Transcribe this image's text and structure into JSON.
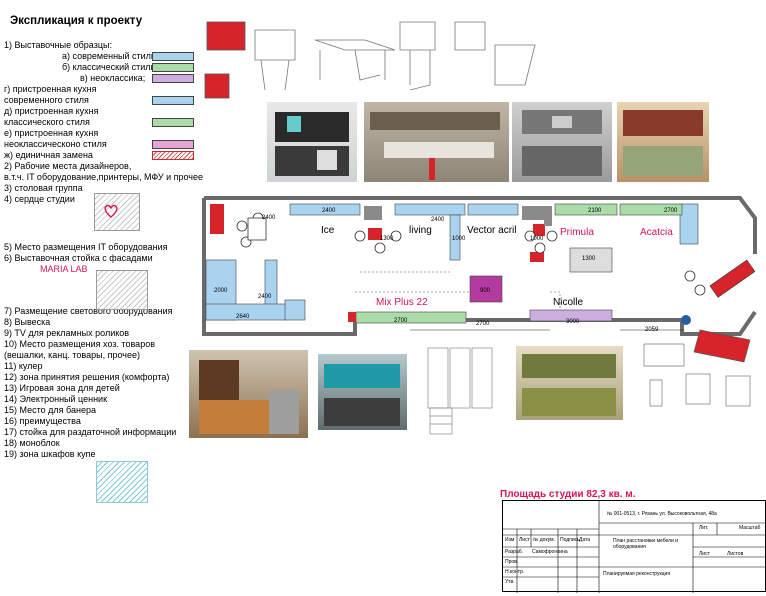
{
  "legend": {
    "title": "Экспликация к проекту",
    "items": [
      {
        "text": "1) Выставочные образцы:"
      },
      {
        "text": "а) современный стиль",
        "swatch": "blue"
      },
      {
        "text": "б) классический стиль",
        "swatch": "green"
      },
      {
        "text": "в) неоклассика;",
        "swatch": "purple"
      },
      {
        "text": "г) пристроенная кухня"
      },
      {
        "text": "современного стиля",
        "swatch": "blue"
      },
      {
        "text": "д) пристроенная кухня"
      },
      {
        "text": " классического стиля",
        "swatch": "green"
      },
      {
        "text": "е) пристроенная кухня"
      },
      {
        "text": " неоклассическоно стиля",
        "swatch": "pink"
      },
      {
        "text": "ж) единичная замена",
        "swatch": "hatch"
      },
      {
        "text": "2) Рабочие места дизайнеров,"
      },
      {
        "text": "в.т.ч. IT оборудование,принтеры, МФУ и прочее"
      },
      {
        "text": "3) столовая группа"
      },
      {
        "text": "4) сердце студии"
      },
      {
        "text": "5) Место размещения IT оборудования"
      },
      {
        "text": "6) Выставочная стойка с фасадами"
      },
      {
        "text": "MARIA LAB"
      },
      {
        "text": "7) Размещение светового оборудования"
      },
      {
        "text": "8) Вывеска"
      },
      {
        "text": "9) TV для рекламных роликов"
      },
      {
        "text": "10) Место размещения хоз. товаров"
      },
      {
        "text": "(вешалки, канц. товары, прочее)"
      },
      {
        "text": "11) кулер"
      },
      {
        "text": "12) зона принятия решения (комфорта)"
      },
      {
        "text": "13) Игровая зона для детей"
      },
      {
        "text": "14) Электронный ценник"
      },
      {
        "text": "15) Место для банера"
      },
      {
        "text": "16) преимущества"
      },
      {
        "text": "17) стойка для раздаточной информации"
      },
      {
        "text": "18) моноблок"
      },
      {
        "text": "19) зона шкафов купе"
      }
    ]
  },
  "plan": {
    "zones": [
      "Ice",
      "living",
      "Vector acril",
      "Primula",
      "Acatcia",
      "Mix Plus 22",
      "MARIALAB",
      "Nicolle"
    ],
    "dims": [
      "2400",
      "2100",
      "2700",
      "2400",
      "2400",
      "2000",
      "2400",
      "2640",
      "2700",
      "2700",
      "3000",
      "1300",
      "900",
      "2059",
      "1300",
      "1000",
      "1000"
    ]
  },
  "stamp": {
    "area_title": "Площадь студии 82,3 кв. м.",
    "doc_code": "№ 001-0513, г. Рязань ул. Высоковольтная, 48а",
    "plan_title": "План расстановки мебели и оборудования",
    "stage_label": "Лит.",
    "sheet_label": "Лист",
    "sheets_label": "Листов",
    "scale_label": "Масштаб",
    "bottom_title": "Планируемая реконструкция",
    "col_headers": [
      "Изм",
      "Лист",
      "№ докум.",
      "Подпись",
      "Дата"
    ],
    "row_labels": [
      "Разраб.",
      "Пров.",
      "Н.контр.",
      "Утв."
    ],
    "developer": "Самофронкина"
  },
  "colors": {
    "blue": "#a9d3ef",
    "green": "#a9dca7",
    "purple": "#ccaee0",
    "pink": "#e6a6d3",
    "red": "#d4145a",
    "wall": "#6a6a6a"
  }
}
